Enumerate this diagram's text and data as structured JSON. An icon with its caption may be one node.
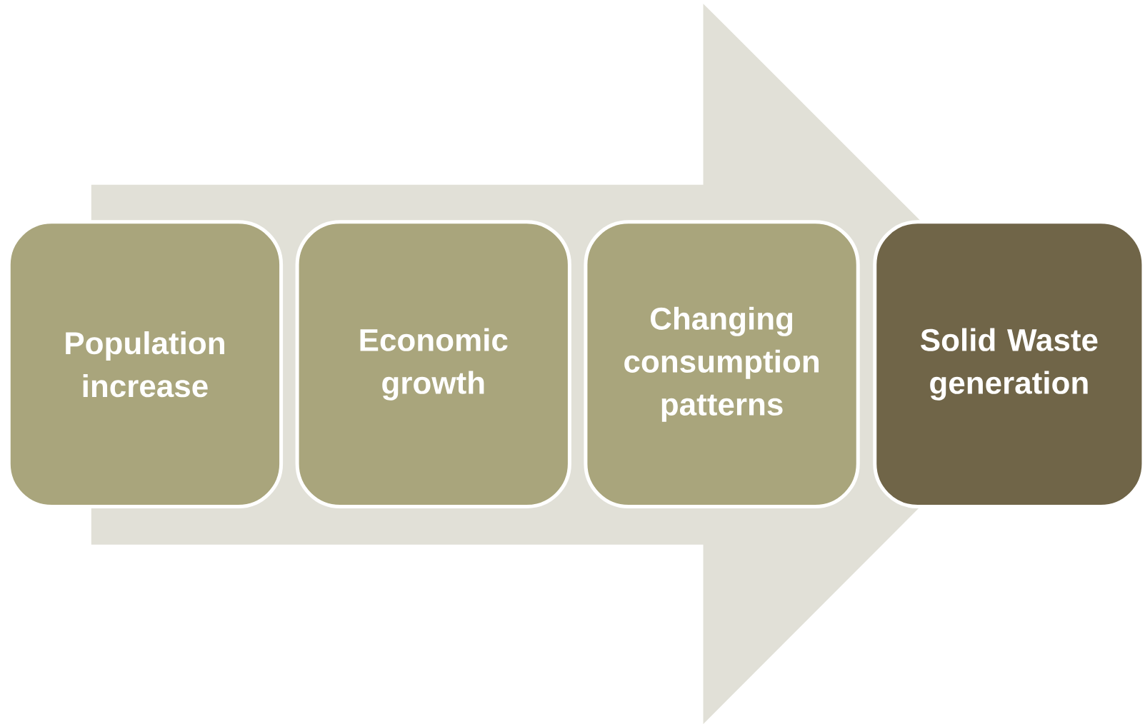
{
  "diagram": {
    "nodes": [
      {
        "text": [
          "Population increase"
        ]
      },
      {
        "text": [
          "Economic growth"
        ]
      },
      {
        "text": [
          "Changing consumption patterns"
        ]
      },
      {
        "text": [
          "Solid Waste generation"
        ]
      }
    ],
    "edges": [
      {
        "from": 0,
        "to": 3,
        "arrow": "to"
      }
    ]
  }
}
